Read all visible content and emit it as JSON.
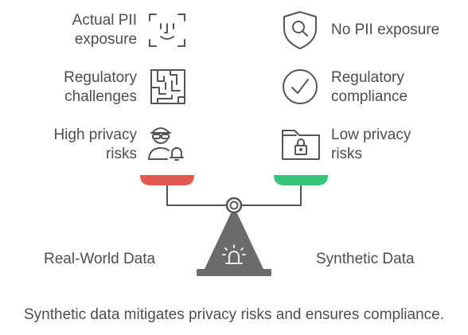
{
  "left_side": {
    "items": [
      {
        "label": "Actual PII\nexposure",
        "icon": "face-scan-icon"
      },
      {
        "label": "Regulatory\nchallenges",
        "icon": "maze-icon"
      },
      {
        "label": "High privacy\nrisks",
        "icon": "hacker-alarm-icon"
      }
    ],
    "title": "Real-World Data",
    "pan_color": "#e05a52"
  },
  "right_side": {
    "items": [
      {
        "label": "No PII exposure",
        "icon": "shield-search-icon"
      },
      {
        "label": "Regulatory\ncompliance",
        "icon": "check-circle-icon"
      },
      {
        "label": "Low privacy\nrisks",
        "icon": "locked-folder-icon"
      }
    ],
    "title": "Synthetic Data",
    "pan_color": "#36c47a"
  },
  "caption": "Synthetic data mitigates privacy risks and ensures compliance.",
  "colors": {
    "line": "#555555",
    "base": "#6b6b6b"
  }
}
